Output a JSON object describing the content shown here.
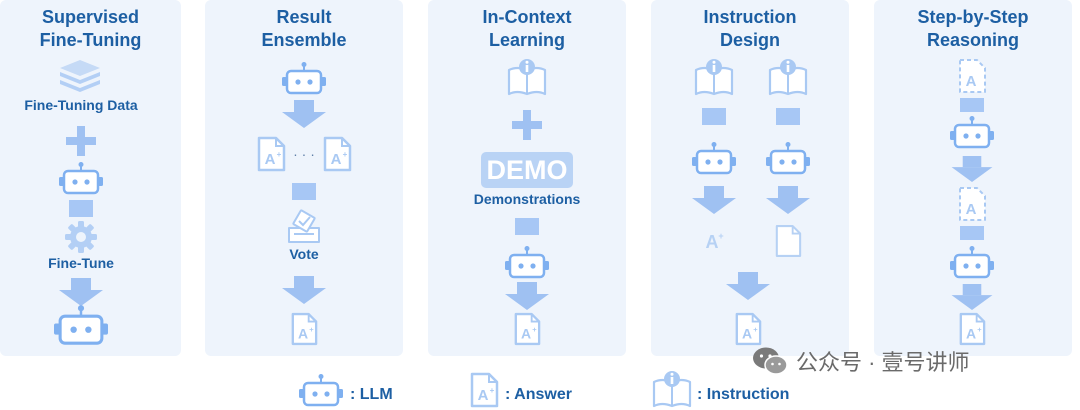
{
  "panels": [
    {
      "title": "Supervised\nFine-Tuning",
      "labels": {
        "data": "Fine-Tuning Data",
        "tune": "Fine-Tune"
      }
    },
    {
      "title": "Result\nEnsemble",
      "labels": {
        "dots": "· · ·",
        "vote": "Vote"
      }
    },
    {
      "title": "In-Context\nLearning",
      "labels": {
        "demo_badge": "DEMO",
        "demos": "Demonstrations"
      }
    },
    {
      "title": "Instruction\nDesign",
      "labels": {}
    },
    {
      "title": "Step-by-Step\nReasoning",
      "labels": {}
    }
  ],
  "legend": {
    "llm": ": LLM",
    "answer": ": Answer",
    "instruction": ": Instruction"
  },
  "watermark": "公众号 · 壹号讲师",
  "colors": {
    "panel_bg": "#eef4fc",
    "title": "#1d5fa3",
    "icon": "#7fb0f0",
    "icon_light": "#b9d3f5",
    "bar": "#a7c7f5"
  }
}
